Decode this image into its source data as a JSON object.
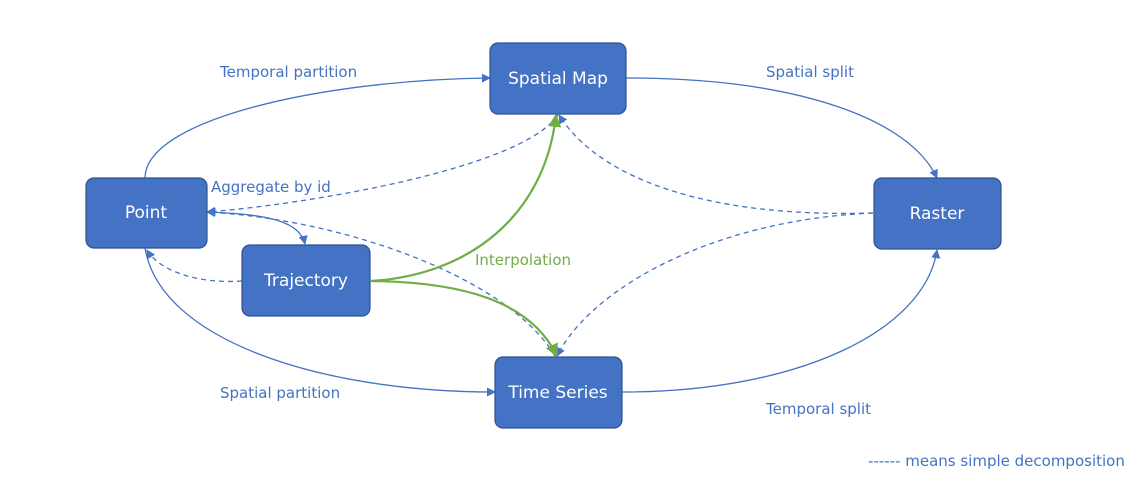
{
  "nodes": {
    "spatial_map": "Spatial Map",
    "point": "Point",
    "raster": "Raster",
    "trajectory": "Trajectory",
    "time_series": "Time Series"
  },
  "edge_labels": {
    "temporal_partition": "Temporal partition",
    "spatial_split": "Spatial split",
    "aggregate_by_id": "Aggregate by id",
    "interpolation": "Interpolation",
    "spatial_partition": "Spatial partition",
    "temporal_split": "Temporal split"
  },
  "legend": "------ means simple decomposition",
  "colors": {
    "node_fill": "#4472c4",
    "edge_blue": "#4472c4",
    "edge_green": "#70ad47"
  }
}
